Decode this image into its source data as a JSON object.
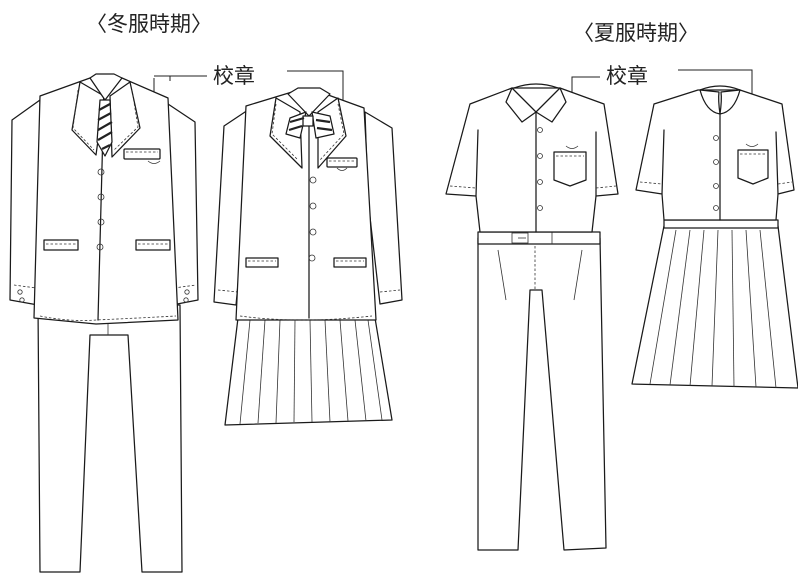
{
  "headings": {
    "winter": "〈冬服時期〉",
    "summer": "〈夏服時期〉"
  },
  "labels": {
    "badge_winter": "校章",
    "badge_summer": "校章"
  },
  "colors": {
    "line": "#1a1a1a",
    "background": "#ffffff"
  }
}
